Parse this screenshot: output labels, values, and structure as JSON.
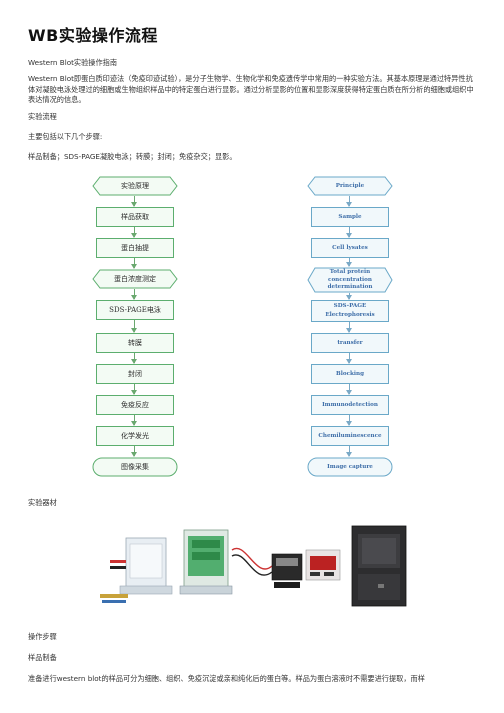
{
  "title": "WB实验操作流程",
  "subtitle": "Western Blot实验操作指南",
  "intro": "Western Blot即蛋白质印迹法（免疫印迹试验），是分子生物学、生物化学和免疫遗传学中常用的一种实验方法。其基本原理是通过特异性抗体对凝胶电泳处理过的细胞或生物组织样品中的特定蛋白进行显影。通过分析显影的位置和显影深度获得特定蛋白质在所分析的细胞或组织中表达情况的信息。",
  "section_flow": "实验流程",
  "steps_intro": "主要包括以下几个步骤:",
  "steps_list": "样品制备；SDS-PAGE凝胶电泳；转膜；封闭；免疫杂交；显影。",
  "flow_cn": [
    "实验原理",
    "样品获取",
    "蛋白抽提",
    "蛋白浓度测定",
    "SDS-PAGE电泳",
    "转膜",
    "封闭",
    "免疫反应",
    "化学发光",
    "图像采集"
  ],
  "flow_en": [
    "Principle",
    "Sample",
    "Cell lysates",
    "Total protein concentration determination",
    "SDS-PAGE Electrophoresis",
    "transfer",
    "Blocking",
    "Immunodetection",
    "Chemiluminescence",
    "Image capture"
  ],
  "flow_en_multiline": {
    "protein": [
      "Total protein",
      "concentration",
      "determination"
    ],
    "sds": [
      "SDS-PAGE",
      "Electrophoresis"
    ]
  },
  "section_materials": "实验器材",
  "section_steps": "操作步骤",
  "section_prep": "样品制备",
  "prep_text": "准备进行western blot的样品可分为细胞、组织、免疫沉淀或亲和纯化后的蛋白等。样品为蛋白溶液时不需要进行提取，而样",
  "colors": {
    "green": "#5cae6e",
    "blue": "#6aa8c8"
  }
}
